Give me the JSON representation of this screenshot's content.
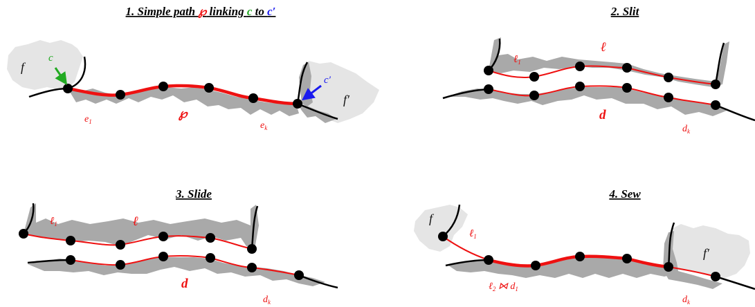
{
  "panels": [
    {
      "title": {
        "prefix": "1. Simple path ",
        "path_symbol": "℘",
        "middle": " linking ",
        "c": "c",
        "to": " to ",
        "c_prime": "c′"
      },
      "labels": {
        "face_f": "f",
        "corner_c": "c",
        "face_f_prime": "f′",
        "corner_c_prime": "c′",
        "edge_first": "e",
        "edge_first_sub": "1",
        "path": "℘",
        "edge_last": "e",
        "edge_last_sub": "k"
      }
    },
    {
      "title": {
        "text": "2. Slit"
      },
      "labels": {
        "ell_1": "ℓ",
        "ell_1_sub": "1",
        "ell": "ℓ",
        "d": "d",
        "d_k": "d",
        "d_k_sub": "k"
      }
    },
    {
      "title": {
        "text": "3. Slide"
      },
      "labels": {
        "ell_1": "ℓ",
        "ell_1_sub": "1",
        "ell": "ℓ",
        "d": "d",
        "d_k": "d",
        "d_k_sub": "k"
      }
    },
    {
      "title": {
        "text": "4. Sew"
      },
      "labels": {
        "face_f": "f",
        "ell_1": "ℓ",
        "ell_1_sub": "1",
        "face_f_prime": "f′",
        "merged": "ℓ",
        "merged_sub": "2",
        "merged_op": " ⋈ d",
        "merged_sub2": "1",
        "d_k": "d",
        "d_k_sub": "k"
      }
    }
  ],
  "colors": {
    "path_red": "#ee1111",
    "corner_green": "#22aa22",
    "corner_blue": "#1a1aee",
    "face_gray": "#e5e5e5",
    "shadow_gray": "#a9a9a9",
    "vertex_black": "#000000"
  }
}
